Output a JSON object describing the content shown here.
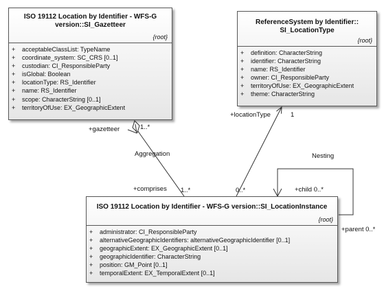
{
  "classes": {
    "gazetteer": {
      "title_line1": "ISO 19112 Location by Identifier - WFS-G",
      "title_line2": "version::SI_Gazetteer",
      "stereotype": "{root}",
      "attributes": [
        {
          "vis": "+",
          "text": "acceptableClassList: TypeName"
        },
        {
          "vis": "+",
          "text": "coordinate_system: SC_CRS [0..1]"
        },
        {
          "vis": "+",
          "text": "custodian: CI_ResponsibleParty"
        },
        {
          "vis": "+",
          "text": "isGlobal: Boolean"
        },
        {
          "vis": "+",
          "text": "locationType: RS_Identifier"
        },
        {
          "vis": "+",
          "text": "name: RS_Identifier"
        },
        {
          "vis": "+",
          "text": "scope: CharacterString [0..1]"
        },
        {
          "vis": "+",
          "text": "territoryOfUse: EX_GeographicExtent"
        }
      ]
    },
    "reference_system": {
      "title_line1": "ReferenceSystem by Identifier::",
      "title_line2": "SI_LocationType",
      "stereotype": "{root}",
      "attributes": [
        {
          "vis": "+",
          "text": "definition: CharacterString"
        },
        {
          "vis": "+",
          "text": "identifier: CharacterString"
        },
        {
          "vis": "+",
          "text": "name: RS_Identifier"
        },
        {
          "vis": "+",
          "text": "owner: CI_ResponsibleParty"
        },
        {
          "vis": "+",
          "text": "territoryOfUse: EX_GeographicExtent"
        },
        {
          "vis": "+",
          "text": "theme: CharacterString"
        }
      ]
    },
    "location_instance": {
      "title_line1": "ISO 19112 Location by Identifier - WFS-G version::SI_LocationInstance",
      "stereotype": "{root}",
      "attributes": [
        {
          "vis": "+",
          "text": "administrator: CI_ResponsibleParty"
        },
        {
          "vis": "+",
          "text": "alternativeGeographicIdentifiers: alternativeGeographicIdentifier [0..1]"
        },
        {
          "vis": "+",
          "text": "geographicExtent: EX_GeographicExtent [0..1]"
        },
        {
          "vis": "+",
          "text": "geographicIdentifier: CharacterString"
        },
        {
          "vis": "+",
          "text": "position: GM_Point [0..1]"
        },
        {
          "vis": "+",
          "text": "temporalExtent: EX_TemporalExtent [0..1]"
        }
      ]
    }
  },
  "associations": {
    "aggregation": {
      "name": "Aggregation",
      "gazetteer_role": "+gazetteer",
      "gazetteer_mult": "1..*",
      "comprises_role": "+comprises",
      "comprises_mult": "1..*"
    },
    "location_type": {
      "role": "+locationType",
      "mult": "1",
      "source_mult": "0..*"
    },
    "nesting": {
      "name": "Nesting",
      "child_role": "+child 0..*",
      "parent_role": "+parent 0..*"
    }
  },
  "colors": {
    "border": "#555555",
    "line": "#333333"
  }
}
